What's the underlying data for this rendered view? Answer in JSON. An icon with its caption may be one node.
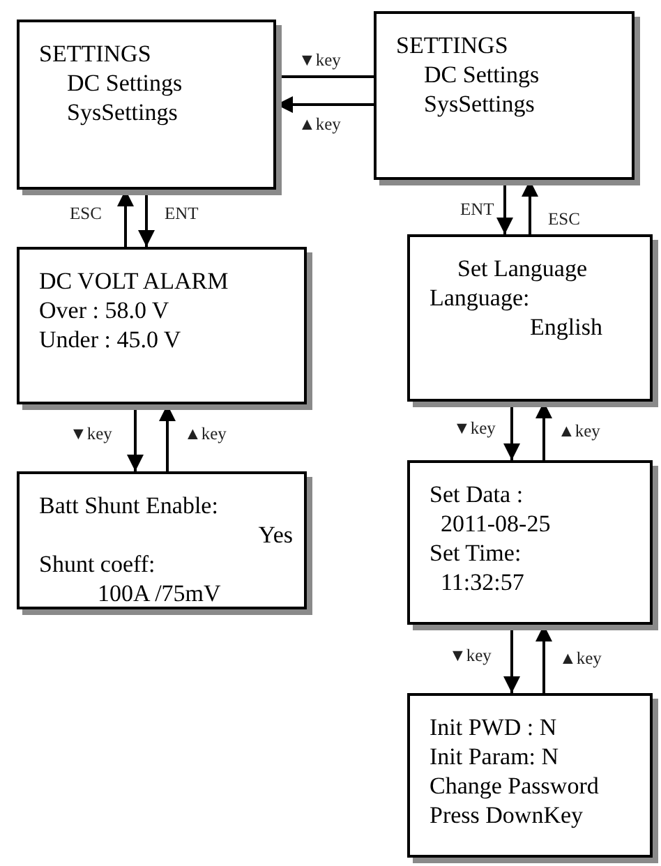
{
  "diagram": {
    "nodes": [
      {
        "text": [
          "SETTINGS",
          "DC Settings",
          "SysSettings"
        ]
      },
      {
        "text": [
          "SETTINGS",
          "DC Settings",
          "SysSettings"
        ]
      },
      {
        "text": [
          "DC VOLT ALARM",
          "Over : 58.0 V",
          "Under : 45.0 V"
        ]
      },
      {
        "text": [
          "Batt Shunt Enable:",
          "Yes",
          "Shunt coeff:",
          "100A /75mV"
        ]
      },
      {
        "text": [
          "Set Language",
          "Language:",
          "English"
        ]
      },
      {
        "text": [
          "Set Data :",
          "2011-08-25",
          "Set Time:",
          "11:32:57"
        ]
      },
      {
        "text": [
          "Init PWD : N",
          "Init Param: N",
          "Change Password",
          "Press DownKey"
        ]
      }
    ],
    "edges": [
      {
        "from": 0,
        "to": 1,
        "arrow": "none",
        "label": "▼key"
      },
      {
        "from": 1,
        "to": 0,
        "arrow": "to",
        "label": "▲key"
      },
      {
        "from": 0,
        "to": 2,
        "arrow": "to",
        "label": "ENT"
      },
      {
        "from": 2,
        "to": 0,
        "arrow": "to",
        "label": "ESC"
      },
      {
        "from": 2,
        "to": 3,
        "arrow": "to",
        "label": "▼key"
      },
      {
        "from": 3,
        "to": 2,
        "arrow": "to",
        "label": "▲key"
      },
      {
        "from": 1,
        "to": 4,
        "arrow": "to",
        "label": "ENT"
      },
      {
        "from": 4,
        "to": 1,
        "arrow": "to",
        "label": "ESC"
      },
      {
        "from": 4,
        "to": 5,
        "arrow": "to",
        "label": "▼key"
      },
      {
        "from": 5,
        "to": 4,
        "arrow": "to",
        "label": "▲key"
      },
      {
        "from": 5,
        "to": 6,
        "arrow": "to",
        "label": "▼key"
      },
      {
        "from": 6,
        "to": 5,
        "arrow": "to",
        "label": "▲key"
      }
    ]
  }
}
